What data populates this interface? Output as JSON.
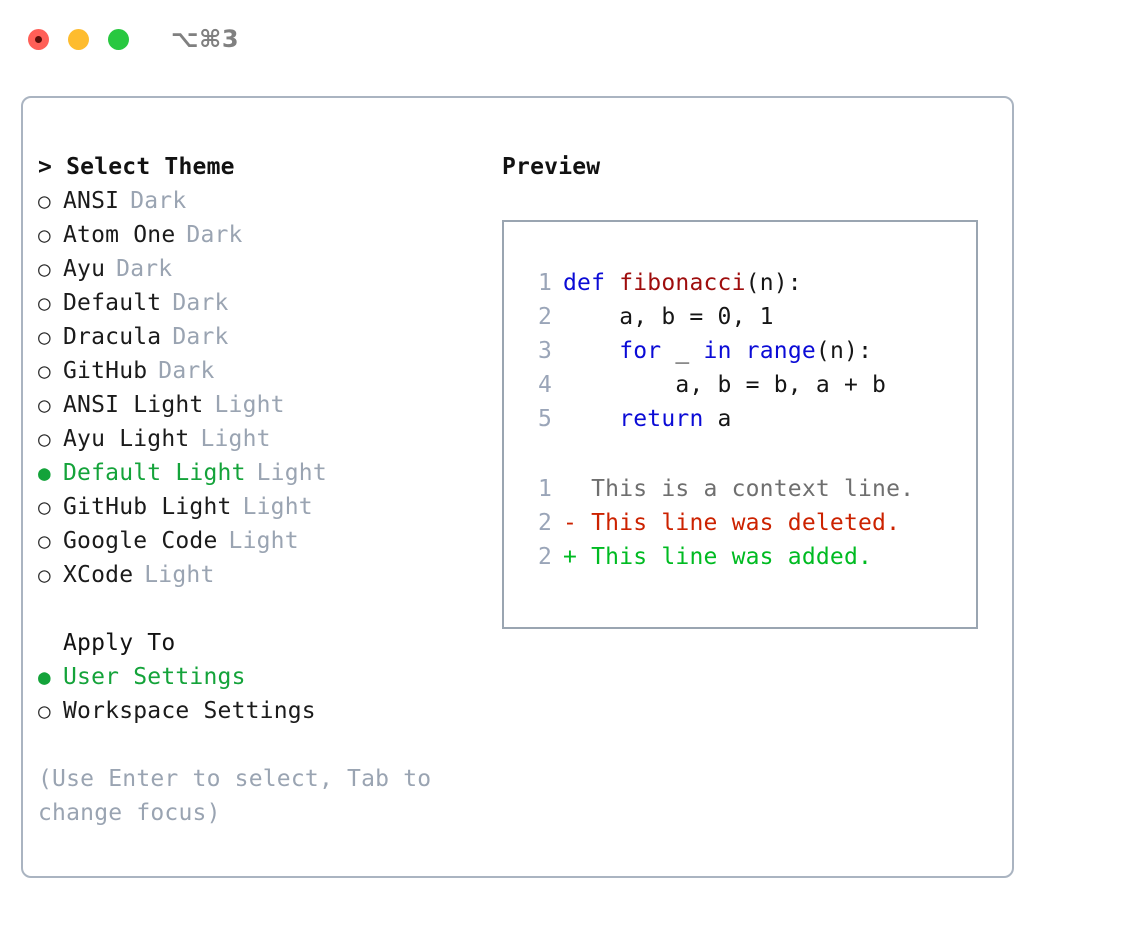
{
  "window": {
    "shortcut": "⌥⌘3",
    "traffic_lights": [
      {
        "name": "close",
        "color": "#ff5f57"
      },
      {
        "name": "minimize",
        "color": "#febc2e"
      },
      {
        "name": "maximize",
        "color": "#28c840"
      }
    ]
  },
  "theme_list": {
    "header": "> Select Theme",
    "items": [
      {
        "bullet": "○",
        "label": "ANSI",
        "tag": "Dark",
        "selected": false
      },
      {
        "bullet": "○",
        "label": "Atom One",
        "tag": "Dark",
        "selected": false
      },
      {
        "bullet": "○",
        "label": "Ayu",
        "tag": "Dark",
        "selected": false
      },
      {
        "bullet": "○",
        "label": "Default",
        "tag": "Dark",
        "selected": false
      },
      {
        "bullet": "○",
        "label": "Dracula",
        "tag": "Dark",
        "selected": false
      },
      {
        "bullet": "○",
        "label": "GitHub",
        "tag": "Dark",
        "selected": false
      },
      {
        "bullet": "○",
        "label": "ANSI Light",
        "tag": "Light",
        "selected": false
      },
      {
        "bullet": "○",
        "label": "Ayu Light",
        "tag": "Light",
        "selected": false
      },
      {
        "bullet": "●",
        "label": "Default Light",
        "tag": "Light",
        "selected": true
      },
      {
        "bullet": "○",
        "label": "GitHub Light",
        "tag": "Light",
        "selected": false
      },
      {
        "bullet": "○",
        "label": "Google Code",
        "tag": "Light",
        "selected": false
      },
      {
        "bullet": "○",
        "label": "XCode",
        "tag": "Light",
        "selected": false
      }
    ]
  },
  "apply_to": {
    "header": "Apply To",
    "items": [
      {
        "bullet": "●",
        "label": "User Settings",
        "selected": true
      },
      {
        "bullet": "○",
        "label": "Workspace Settings",
        "selected": false
      }
    ]
  },
  "hint": "(Use Enter to select, Tab to change focus)",
  "preview": {
    "title": "Preview",
    "code_lines": [
      {
        "num": "1",
        "tokens": [
          {
            "text": "def ",
            "type": "kw"
          },
          {
            "text": "fibonacci",
            "type": "fn"
          },
          {
            "text": "(n):",
            "type": "plain"
          }
        ]
      },
      {
        "num": "2",
        "tokens": [
          {
            "text": "    a, b = 0, 1",
            "type": "plain"
          }
        ]
      },
      {
        "num": "3",
        "tokens": [
          {
            "text": "    ",
            "type": "plain"
          },
          {
            "text": "for ",
            "type": "kw"
          },
          {
            "text": "_ ",
            "type": "plain"
          },
          {
            "text": "in ",
            "type": "kw"
          },
          {
            "text": "range",
            "type": "kw"
          },
          {
            "text": "(n):",
            "type": "plain"
          }
        ]
      },
      {
        "num": "4",
        "tokens": [
          {
            "text": "        a, b = b, a + b",
            "type": "plain"
          }
        ]
      },
      {
        "num": "5",
        "tokens": [
          {
            "text": "    ",
            "type": "plain"
          },
          {
            "text": "return ",
            "type": "kw"
          },
          {
            "text": "a",
            "type": "plain"
          }
        ]
      }
    ],
    "diff_lines": [
      {
        "num": "1",
        "marker": "  ",
        "text": "This is a context line.",
        "kind": "ctx"
      },
      {
        "num": "2",
        "marker": "- ",
        "text": "This line was deleted.",
        "kind": "del"
      },
      {
        "num": "2",
        "marker": "+ ",
        "text": "This line was added.",
        "kind": "add"
      }
    ]
  },
  "colors": {
    "selected_green": "#14a33a",
    "muted_gray": "#9aa4b2",
    "keyword_blue": "#0b0bd6",
    "function_red": "#9e0d0d",
    "diff_delete": "#cc2200",
    "diff_add": "#00bb22",
    "panel_border": "#aab4c1",
    "preview_border": "#9aa5b1"
  }
}
